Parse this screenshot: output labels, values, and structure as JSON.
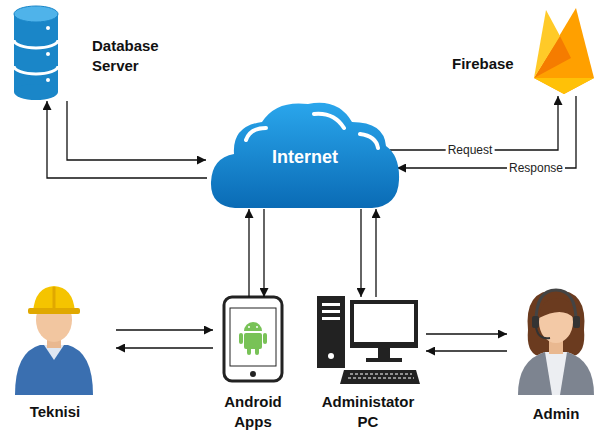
{
  "diagram": {
    "nodes": [
      {
        "text": [
          "Database Server"
        ]
      },
      {
        "text": [
          "Firebase"
        ]
      },
      {
        "text": [
          "Internet"
        ]
      },
      {
        "text": [
          "Teknisi"
        ]
      },
      {
        "text": [
          "Android Apps"
        ]
      },
      {
        "text": [
          "Administator PC"
        ]
      },
      {
        "text": [
          "Admin"
        ]
      }
    ],
    "edges": [
      {
        "from": 0,
        "to": 2,
        "arrow": "to"
      },
      {
        "from": 2,
        "to": 0,
        "arrow": "to"
      },
      {
        "from": 2,
        "to": 1,
        "label": "Request",
        "arrow": "to"
      },
      {
        "from": 1,
        "to": 2,
        "label": "Response",
        "arrow": "to"
      },
      {
        "from": 4,
        "to": 2,
        "arrow": "to"
      },
      {
        "from": 2,
        "to": 4,
        "arrow": "to"
      },
      {
        "from": 2,
        "to": 5,
        "arrow": "to"
      },
      {
        "from": 5,
        "to": 2,
        "arrow": "to"
      },
      {
        "from": 3,
        "to": 4,
        "arrow": "to"
      },
      {
        "from": 4,
        "to": 3,
        "arrow": "to"
      },
      {
        "from": 5,
        "to": 6,
        "arrow": "to"
      },
      {
        "from": 6,
        "to": 5,
        "arrow": "to"
      }
    ]
  }
}
